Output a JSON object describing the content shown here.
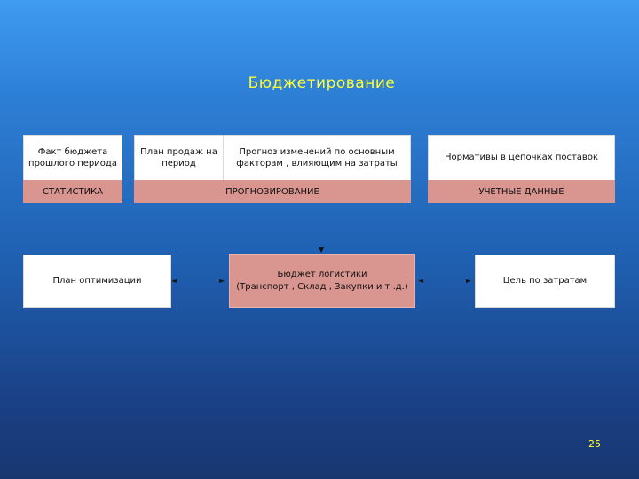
{
  "slide": {
    "title": "Бюджетирование",
    "page_number": "25"
  },
  "row1": {
    "group1": {
      "item": "Факт бюджета прошлого периода",
      "band": "СТАТИСТИКА"
    },
    "group2": {
      "item_a": "План продаж на период",
      "item_b": "Прогноз изменений по основным факторам , влияющим на затраты",
      "band": "ПРОГНОЗИРОВАНИЕ"
    },
    "group3": {
      "item": "Нормативы в цепочках поставок",
      "band": "УЧЕТНЫЕ ДАННЫЕ"
    }
  },
  "row2": {
    "left": "План оптимизации",
    "center_line1": "Бюджет логистики",
    "center_line2": "(Транспорт , Склад , Закупки и т .д.)",
    "right": "Цель по затратам"
  },
  "colors": {
    "background_top": "#3f9cf0",
    "background_bottom": "#183770",
    "accent_text": "#ffff33",
    "band": "#d9958f",
    "box": "#ffffff"
  }
}
